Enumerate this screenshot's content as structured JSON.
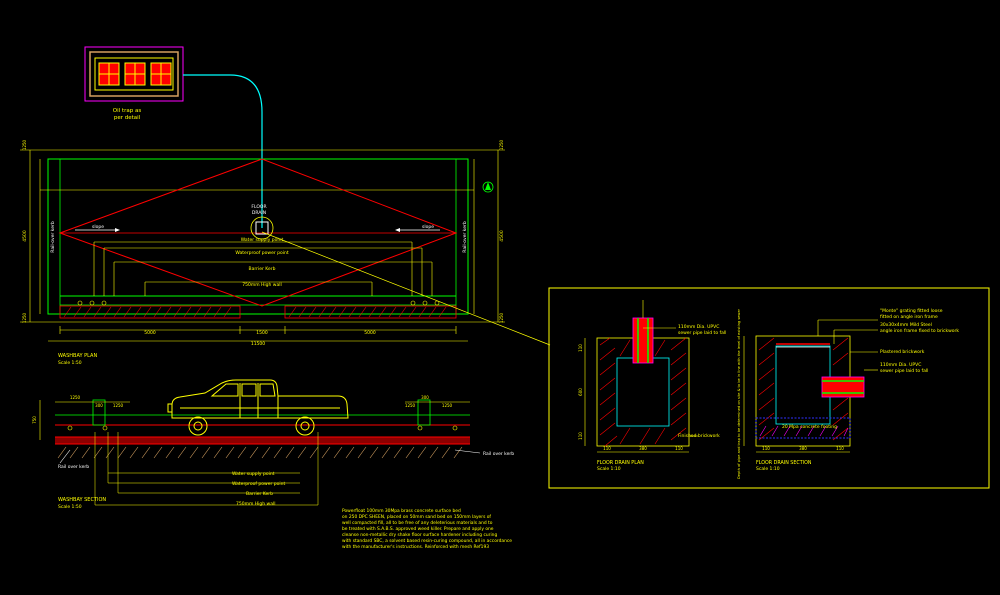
{
  "grease_trap": {
    "label_line1": "Oil trap as",
    "label_line2": "per detail"
  },
  "floor_drain": {
    "line1": "FLOOR",
    "line2": "DRAIN"
  },
  "slope_left": "slope",
  "slope_right": "slope",
  "rail_left": "Rail-over kerb",
  "rail_right": "Rail-over kerb",
  "plan_callouts": {
    "water_supply": "Water supply point",
    "waterproof_power": "Waterproof power point",
    "barrier_kerb": "Barrier Kerb",
    "high_wall": "750mm High wall"
  },
  "plan_dims": {
    "left_overall": "4500",
    "left_top": "1250",
    "left_bottom": "1250",
    "right_overall": "4500",
    "right_top": "1250",
    "right_bottom": "1250",
    "bottom_left": "5000",
    "bottom_mid": "1500",
    "bottom_right": "5000",
    "bottom_total": "11500"
  },
  "plan_title": {
    "title": "WASHBAY PLAN",
    "scale": "Scale 1:50"
  },
  "section_dims": {
    "left_a": "1250",
    "left_b": "1250",
    "left_c": "300",
    "right_a": "1250",
    "right_b": "1250",
    "right_c": "300",
    "left_height": "750"
  },
  "section_callouts": {
    "rail_left": "Rail over kerb",
    "rail_right": "Rail over kerb",
    "water_supply": "Water supply point",
    "waterproof_power": "Waterproof power point",
    "barrier_kerb": "Barrier Kerb",
    "high_wall": "750mm High wall"
  },
  "section_title": {
    "title": "WASHBAY SECTION",
    "scale": "Scale 1:50"
  },
  "spec_note": [
    "Powerfloat 100mm 30Mpa brass concrete surface bed",
    "on 250 DPC SHEEN, placed on 50mm sand bed on 150mm layers of",
    "well compacted fill, all to be free of any deleterious materials and to",
    "be treated with S.A.B.S. approved weed killer. Prepare and apply one",
    "cleanse non-metallic dry shake floor surface hardener including curing",
    "with standard SBC, a solvent based resin-curing compound, all in accordance",
    "with the manufacturer's instructions. Reinforced with mesh Ref193"
  ],
  "detail_plan": {
    "pipe_note_1": "110mm Dia. UPVC",
    "pipe_note_2": "sewer pipe laid to fall",
    "finished_brickwork": "Finished brickwork",
    "dim_left": "600",
    "dim_top": "110",
    "dim_bottom": "110",
    "dim_b1": "110",
    "dim_b2": "380",
    "dim_b3": "110",
    "title": "FLOOR DRAIN PLAN",
    "scale": "Scale 1:10"
  },
  "detail_section": {
    "grating_1": "\"Monte\" grating fitted loose",
    "grating_2": "fitted on angle iron frame",
    "angle_1": "30x30x4mm Mild Steel",
    "angle_2": "angle iron frame fixed to brickwork",
    "plastered": "Plastered brickwork",
    "pipe_1": "110mm Dia. UPVC",
    "pipe_2": "sewer pipe laid to fall",
    "depth_note": "Depth of pipe and trap to be determined on site & to be in line with the level of existing sewer",
    "footing": "20 Mpa concrete footing",
    "dim_b1": "110",
    "dim_b2": "380",
    "dim_b3": "110",
    "title": "FLOOR DRAIN SECTION",
    "scale": "Scale 1:10"
  },
  "colors": {
    "background": "#000000",
    "red": "#ff0000",
    "green": "#00ff00",
    "yellow": "#ffff00",
    "cyan": "#00ffff",
    "magenta": "#ff00ff",
    "white": "#ffffff",
    "blue": "#3030ff",
    "brown": "#d4a060"
  }
}
